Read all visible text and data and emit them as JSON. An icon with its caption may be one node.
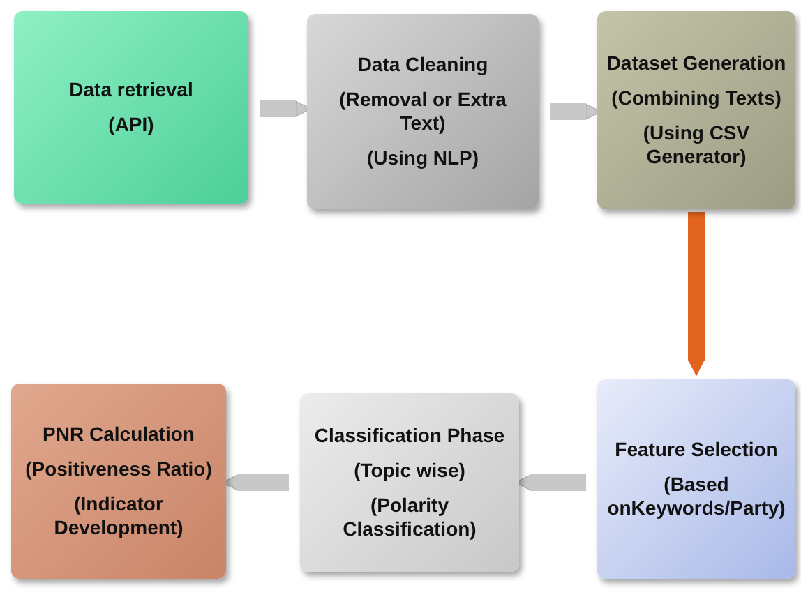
{
  "diagram": {
    "nodes": [
      {
        "text": [
          "Data retrieval",
          "(API)"
        ]
      },
      {
        "text": [
          "Data Cleaning",
          "(Removal or Extra Text)",
          "(Using NLP)"
        ]
      },
      {
        "text": [
          "Dataset Generation",
          "(Combining Texts)",
          "(Using CSV Generator)"
        ]
      },
      {
        "text": [
          "PNR Calculation",
          "(Positiveness Ratio)",
          "(Indicator Development)"
        ]
      },
      {
        "text": [
          "Classification Phase",
          "(Topic wise)",
          "(Polarity Classification)"
        ]
      },
      {
        "text": [
          "Feature Selection",
          "(Based onKeywords/Party)"
        ]
      }
    ],
    "edges": [
      {
        "from": 0,
        "to": 1,
        "arrow": "to"
      },
      {
        "from": 1,
        "to": 2,
        "arrow": "to"
      },
      {
        "from": 2,
        "to": 5,
        "arrow": "to",
        "color": "#e0641e"
      },
      {
        "from": 5,
        "to": 4,
        "arrow": "to"
      },
      {
        "from": 4,
        "to": 3,
        "arrow": "to"
      }
    ]
  }
}
